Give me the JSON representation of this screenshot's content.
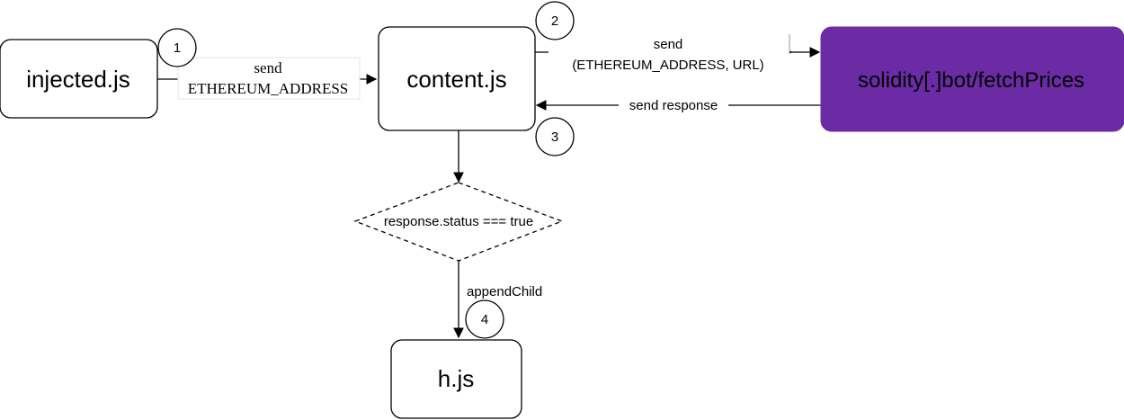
{
  "nodes": {
    "injected": {
      "label": "injected.js"
    },
    "content": {
      "label": "content.js"
    },
    "api": {
      "label": "solidity[.]bot/fetchPrices",
      "fill": "#6a2ba4",
      "text_color": "#ffffff"
    },
    "decision": {
      "label": "response.status === true"
    },
    "h": {
      "label": "h.js"
    }
  },
  "edges": {
    "e1": {
      "line1": "send",
      "line2": "ETHEREUM_ADDRESS"
    },
    "e2": {
      "line1": "send",
      "line2": "(ETHEREUM_ADDRESS, URL)"
    },
    "e3": {
      "label": "send response"
    },
    "e4": {
      "label": "appendChild"
    }
  },
  "steps": [
    "1",
    "2",
    "3",
    "4"
  ]
}
